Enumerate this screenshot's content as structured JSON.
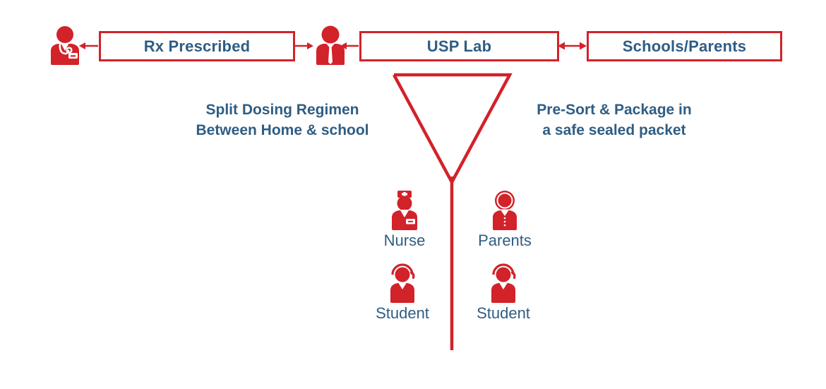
{
  "diagram": {
    "title_present": false,
    "colors": {
      "accent_red": "#D2222A",
      "text_blue": "#2F5D83",
      "background": "#FFFFFF"
    },
    "boxes": [
      {
        "id": "rx",
        "label": "Rx Prescribed"
      },
      {
        "id": "usp",
        "label": "USP Lab"
      },
      {
        "id": "schools",
        "label": "Schools/Parents"
      }
    ],
    "icons": [
      {
        "id": "doctor",
        "name": "doctor-icon"
      },
      {
        "id": "pharmacist",
        "name": "pharmacist-icon"
      }
    ],
    "arrows": [
      {
        "id": "doctor-rx",
        "direction": "left"
      },
      {
        "id": "rx-pharmacist",
        "direction": "right"
      },
      {
        "id": "pharmacist-usp",
        "direction": "left"
      },
      {
        "id": "usp-schools",
        "direction": "both"
      }
    ],
    "funnel": {
      "name": "funnel-shape"
    },
    "annotations": [
      {
        "id": "split",
        "line1": "Split Dosing Regimen",
        "line2": "Between Home & school"
      },
      {
        "id": "presort",
        "line1": "Pre-Sort & Package in",
        "line2": "a safe sealed packet"
      }
    ],
    "people": [
      {
        "id": "nurse",
        "label": "Nurse",
        "icon": "nurse-icon"
      },
      {
        "id": "parents",
        "label": "Parents",
        "icon": "parent-icon"
      },
      {
        "id": "student1",
        "label": "Student",
        "icon": "student-icon"
      },
      {
        "id": "student2",
        "label": "Student",
        "icon": "student-icon"
      }
    ]
  }
}
